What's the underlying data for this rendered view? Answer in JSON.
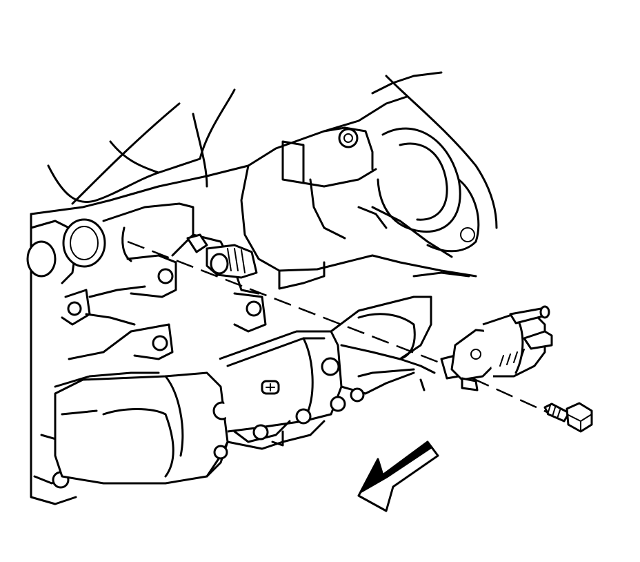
{
  "figure": {
    "kind": "exploded-view-line-drawing",
    "parts": [
      "engine-block",
      "transmission-housing",
      "starter-motor",
      "sensor",
      "sensor-bolt",
      "direction-arrow"
    ],
    "colors": {
      "line": "#000000",
      "background": "#ffffff"
    }
  }
}
